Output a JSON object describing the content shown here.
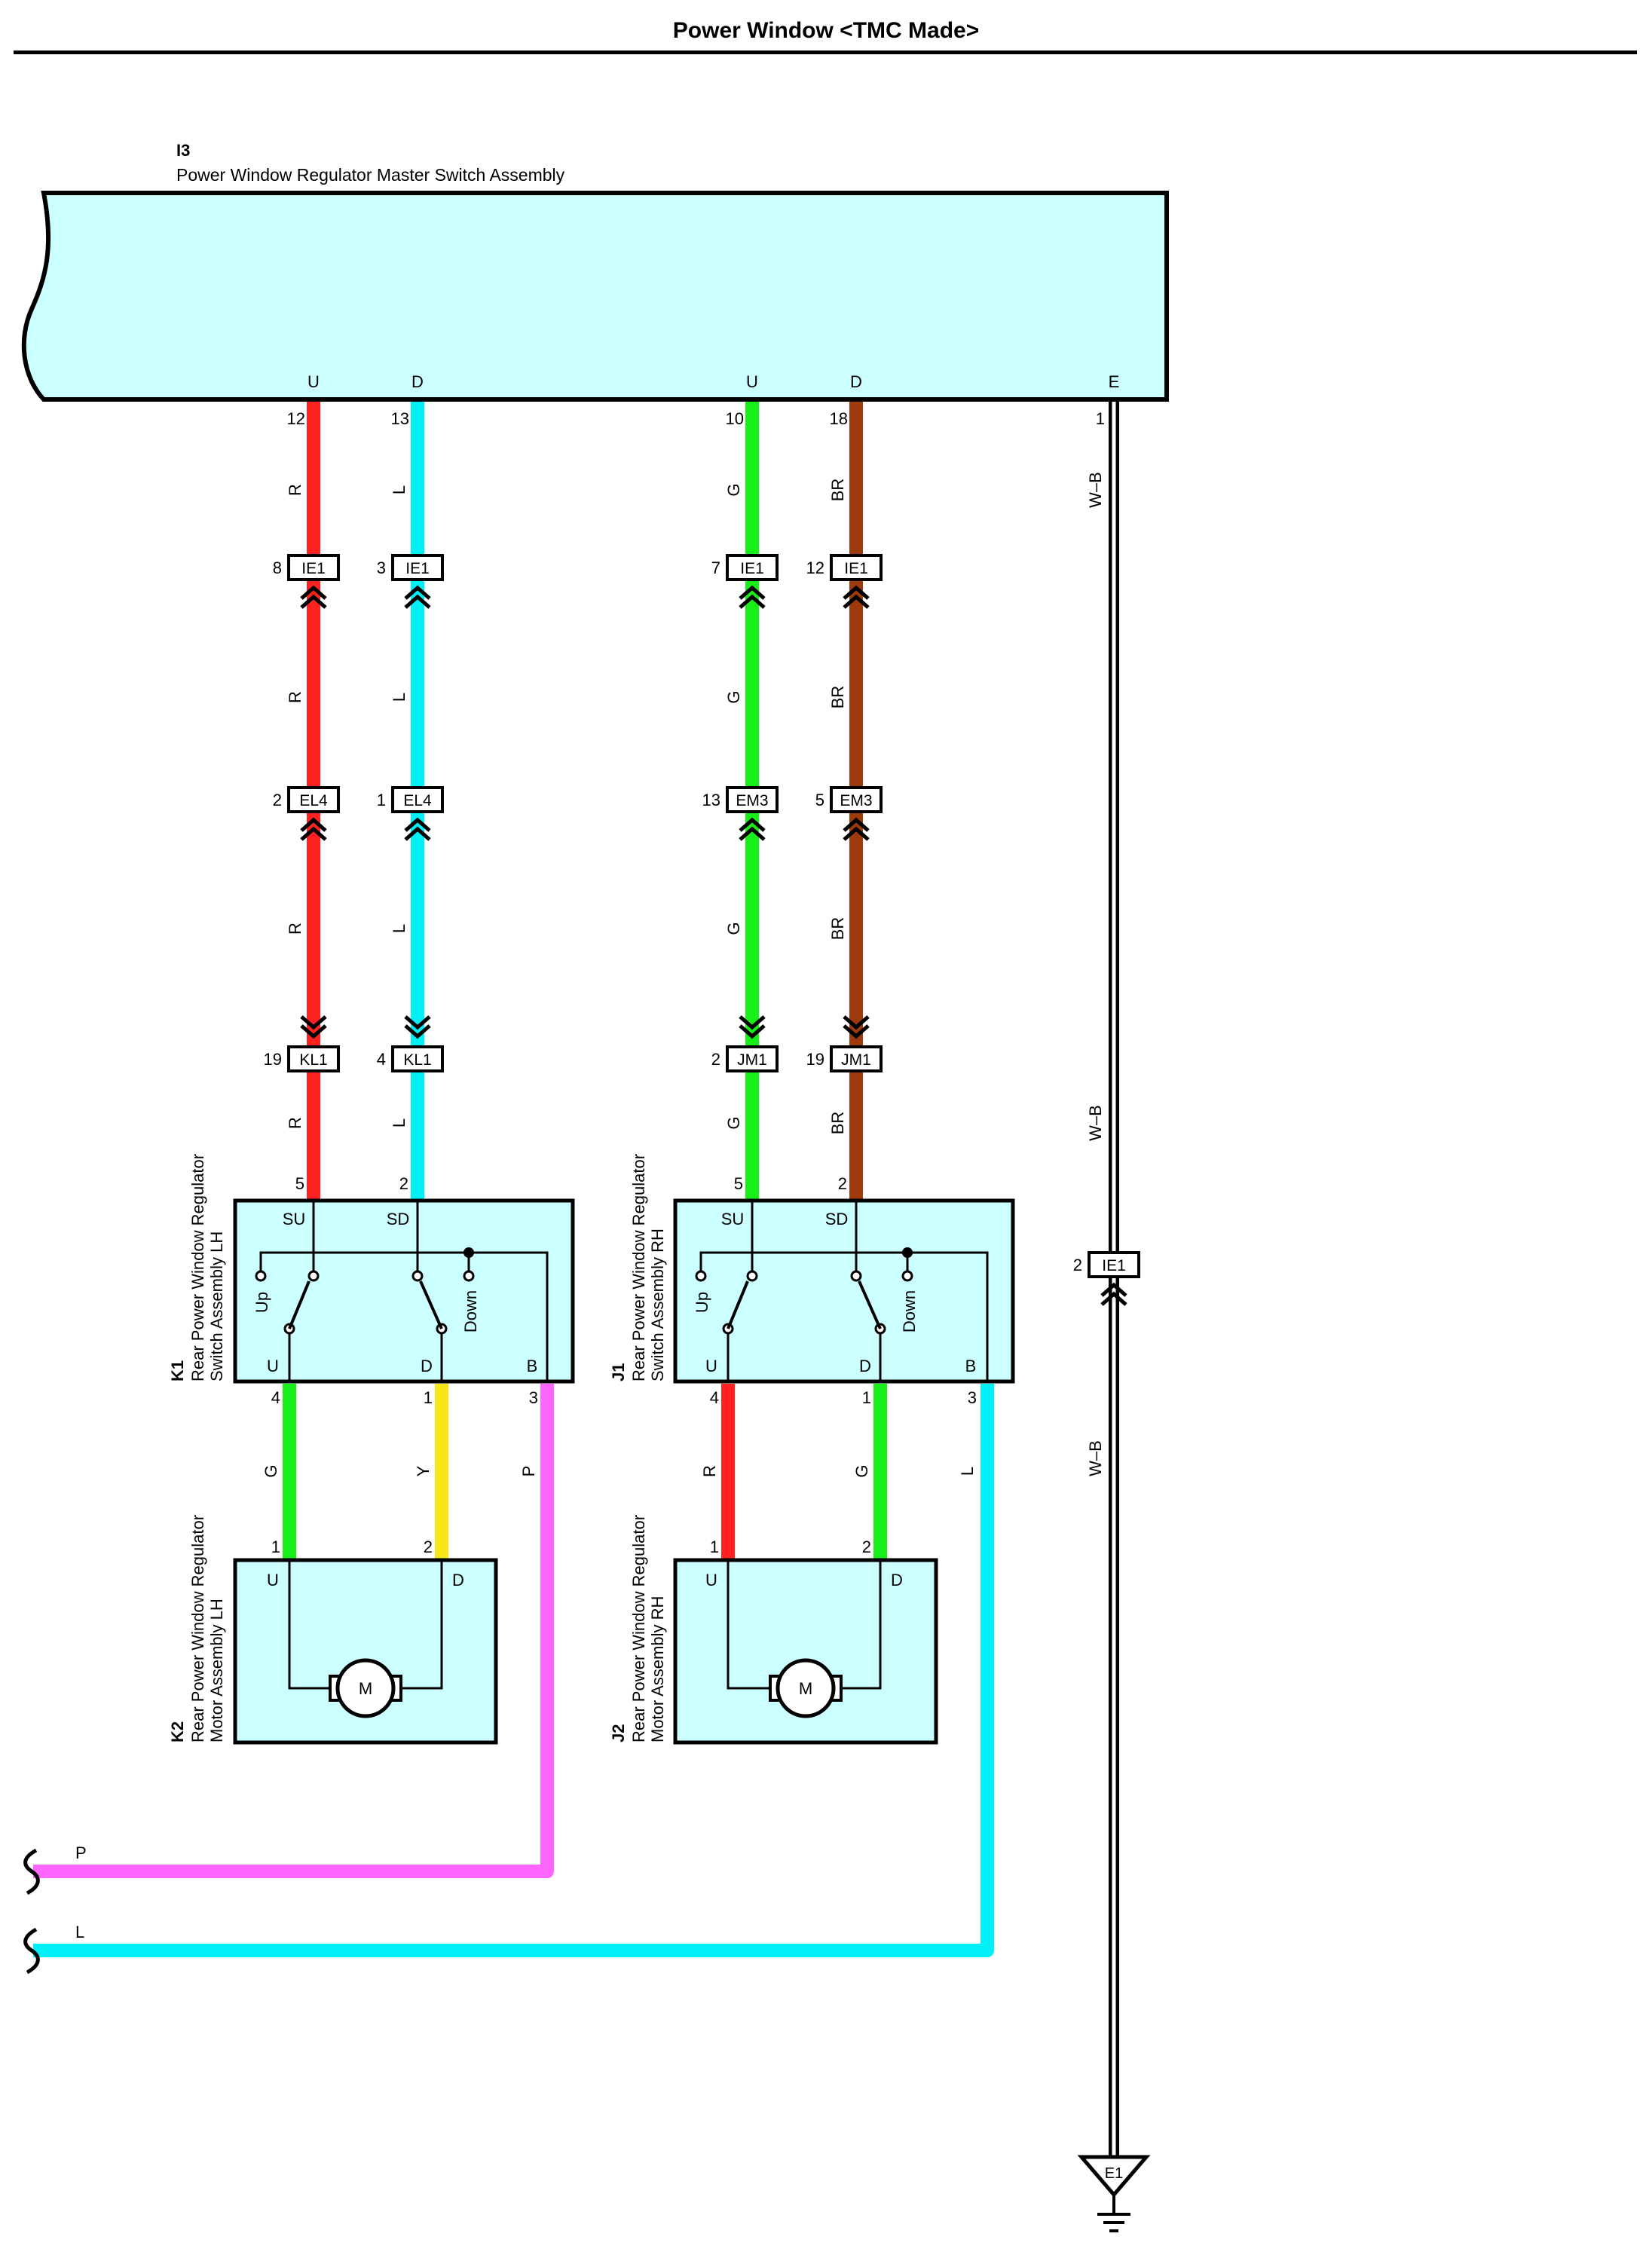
{
  "title": "Power Window <TMC Made>",
  "colors": {
    "R": "#ff2020",
    "L": "#00f0f8",
    "G": "#18ee18",
    "BR": "#9c3a0c",
    "Y": "#f8e61a",
    "P": "#ff66ff",
    "box": "#ccffff",
    "ink": "#000000"
  },
  "master": {
    "code": "I3",
    "name": "Power Window Regulator Master Switch Assembly",
    "pins": [
      "U",
      "D",
      "U",
      "D",
      "E"
    ]
  },
  "wires": {
    "lh_up": {
      "pin": "12",
      "color": "R",
      "c1_pin": "8",
      "c1": "IE1",
      "c2_pin": "2",
      "c2": "EL4",
      "c3_pin": "19",
      "c3": "KL1",
      "end_pin": "5"
    },
    "lh_down": {
      "pin": "13",
      "color": "L",
      "c1_pin": "3",
      "c1": "IE1",
      "c2_pin": "1",
      "c2": "EL4",
      "c3_pin": "4",
      "c3": "KL1",
      "end_pin": "2"
    },
    "rh_up": {
      "pin": "10",
      "color": "G",
      "c1_pin": "7",
      "c1": "IE1",
      "c2_pin": "13",
      "c2": "EM3",
      "c3_pin": "2",
      "c3": "JM1",
      "end_pin": "5"
    },
    "rh_down": {
      "pin": "18",
      "color": "BR",
      "c1_pin": "12",
      "c1": "IE1",
      "c2_pin": "5",
      "c2": "EM3",
      "c3_pin": "19",
      "c3": "JM1",
      "end_pin": "2"
    },
    "ground": {
      "pin": "1",
      "color": "W–B",
      "c_pin": "2",
      "c": "IE1",
      "point": "E1"
    }
  },
  "switches": [
    {
      "code": "K1",
      "name1": "Rear Power Window Regulator",
      "name2": "Switch Assembly LH",
      "top": [
        "SU",
        "SD"
      ],
      "bottom": [
        "U",
        "D",
        "B"
      ],
      "labels": [
        "Up",
        "Down"
      ],
      "out_pins": [
        "4",
        "1",
        "3"
      ],
      "out_colors": [
        "G",
        "Y",
        "P"
      ]
    },
    {
      "code": "J1",
      "name1": "Rear Power Window Regulator",
      "name2": "Switch Assembly RH",
      "top": [
        "SU",
        "SD"
      ],
      "bottom": [
        "U",
        "D",
        "B"
      ],
      "labels": [
        "Up",
        "Down"
      ],
      "out_pins": [
        "4",
        "1",
        "3"
      ],
      "out_colors": [
        "R",
        "G",
        "L"
      ]
    }
  ],
  "motors": [
    {
      "code": "K2",
      "name1": "Rear Power Window Regulator",
      "name2": "Motor Assembly LH",
      "pins": [
        "1",
        "2"
      ],
      "terms": [
        "U",
        "D"
      ],
      "symbol": "M"
    },
    {
      "code": "J2",
      "name1": "Rear Power Window Regulator",
      "name2": "Motor Assembly RH",
      "pins": [
        "1",
        "2"
      ],
      "terms": [
        "U",
        "D"
      ],
      "symbol": "M"
    }
  ],
  "continuations": [
    "P",
    "L"
  ]
}
